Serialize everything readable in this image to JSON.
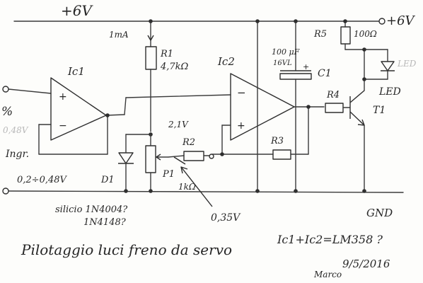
{
  "supply": {
    "left_label": "+6V",
    "right_label": "+6V",
    "ground_label": "GND"
  },
  "opamps": {
    "ic1": "Ic1",
    "ic2": "Ic2",
    "plus": "+",
    "minus": "−"
  },
  "r1": {
    "ref": "R1",
    "value": "4,7kΩ",
    "current": "1mA"
  },
  "r2": {
    "ref": "R2"
  },
  "r3": {
    "ref": "R3"
  },
  "r4": {
    "ref": "R4"
  },
  "r5": {
    "ref": "R5",
    "value": "100Ω"
  },
  "c1": {
    "ref": "C1",
    "value": "100 μF",
    "voltage": "16VL",
    "plus": "+"
  },
  "p1": {
    "ref": "P1",
    "value": "1kΩ",
    "voltage": "2,1V"
  },
  "d1": {
    "ref": "D1",
    "type_line1": "silicio 1N4004?",
    "type_line2": "1N4148?"
  },
  "t1": {
    "ref": "T1"
  },
  "led": {
    "ref": "LED",
    "ghost": "LED"
  },
  "input": {
    "symbol": "%",
    "faint_value": "0,48V",
    "label": "Ingr.",
    "range": "0,2÷0,48V"
  },
  "wiper_voltage": "0,35V",
  "equation": "Ic1+Ic2=LM358 ?",
  "title": "Pilotaggio luci freno da servo",
  "date": "9/5/2016",
  "signature": "Marco"
}
